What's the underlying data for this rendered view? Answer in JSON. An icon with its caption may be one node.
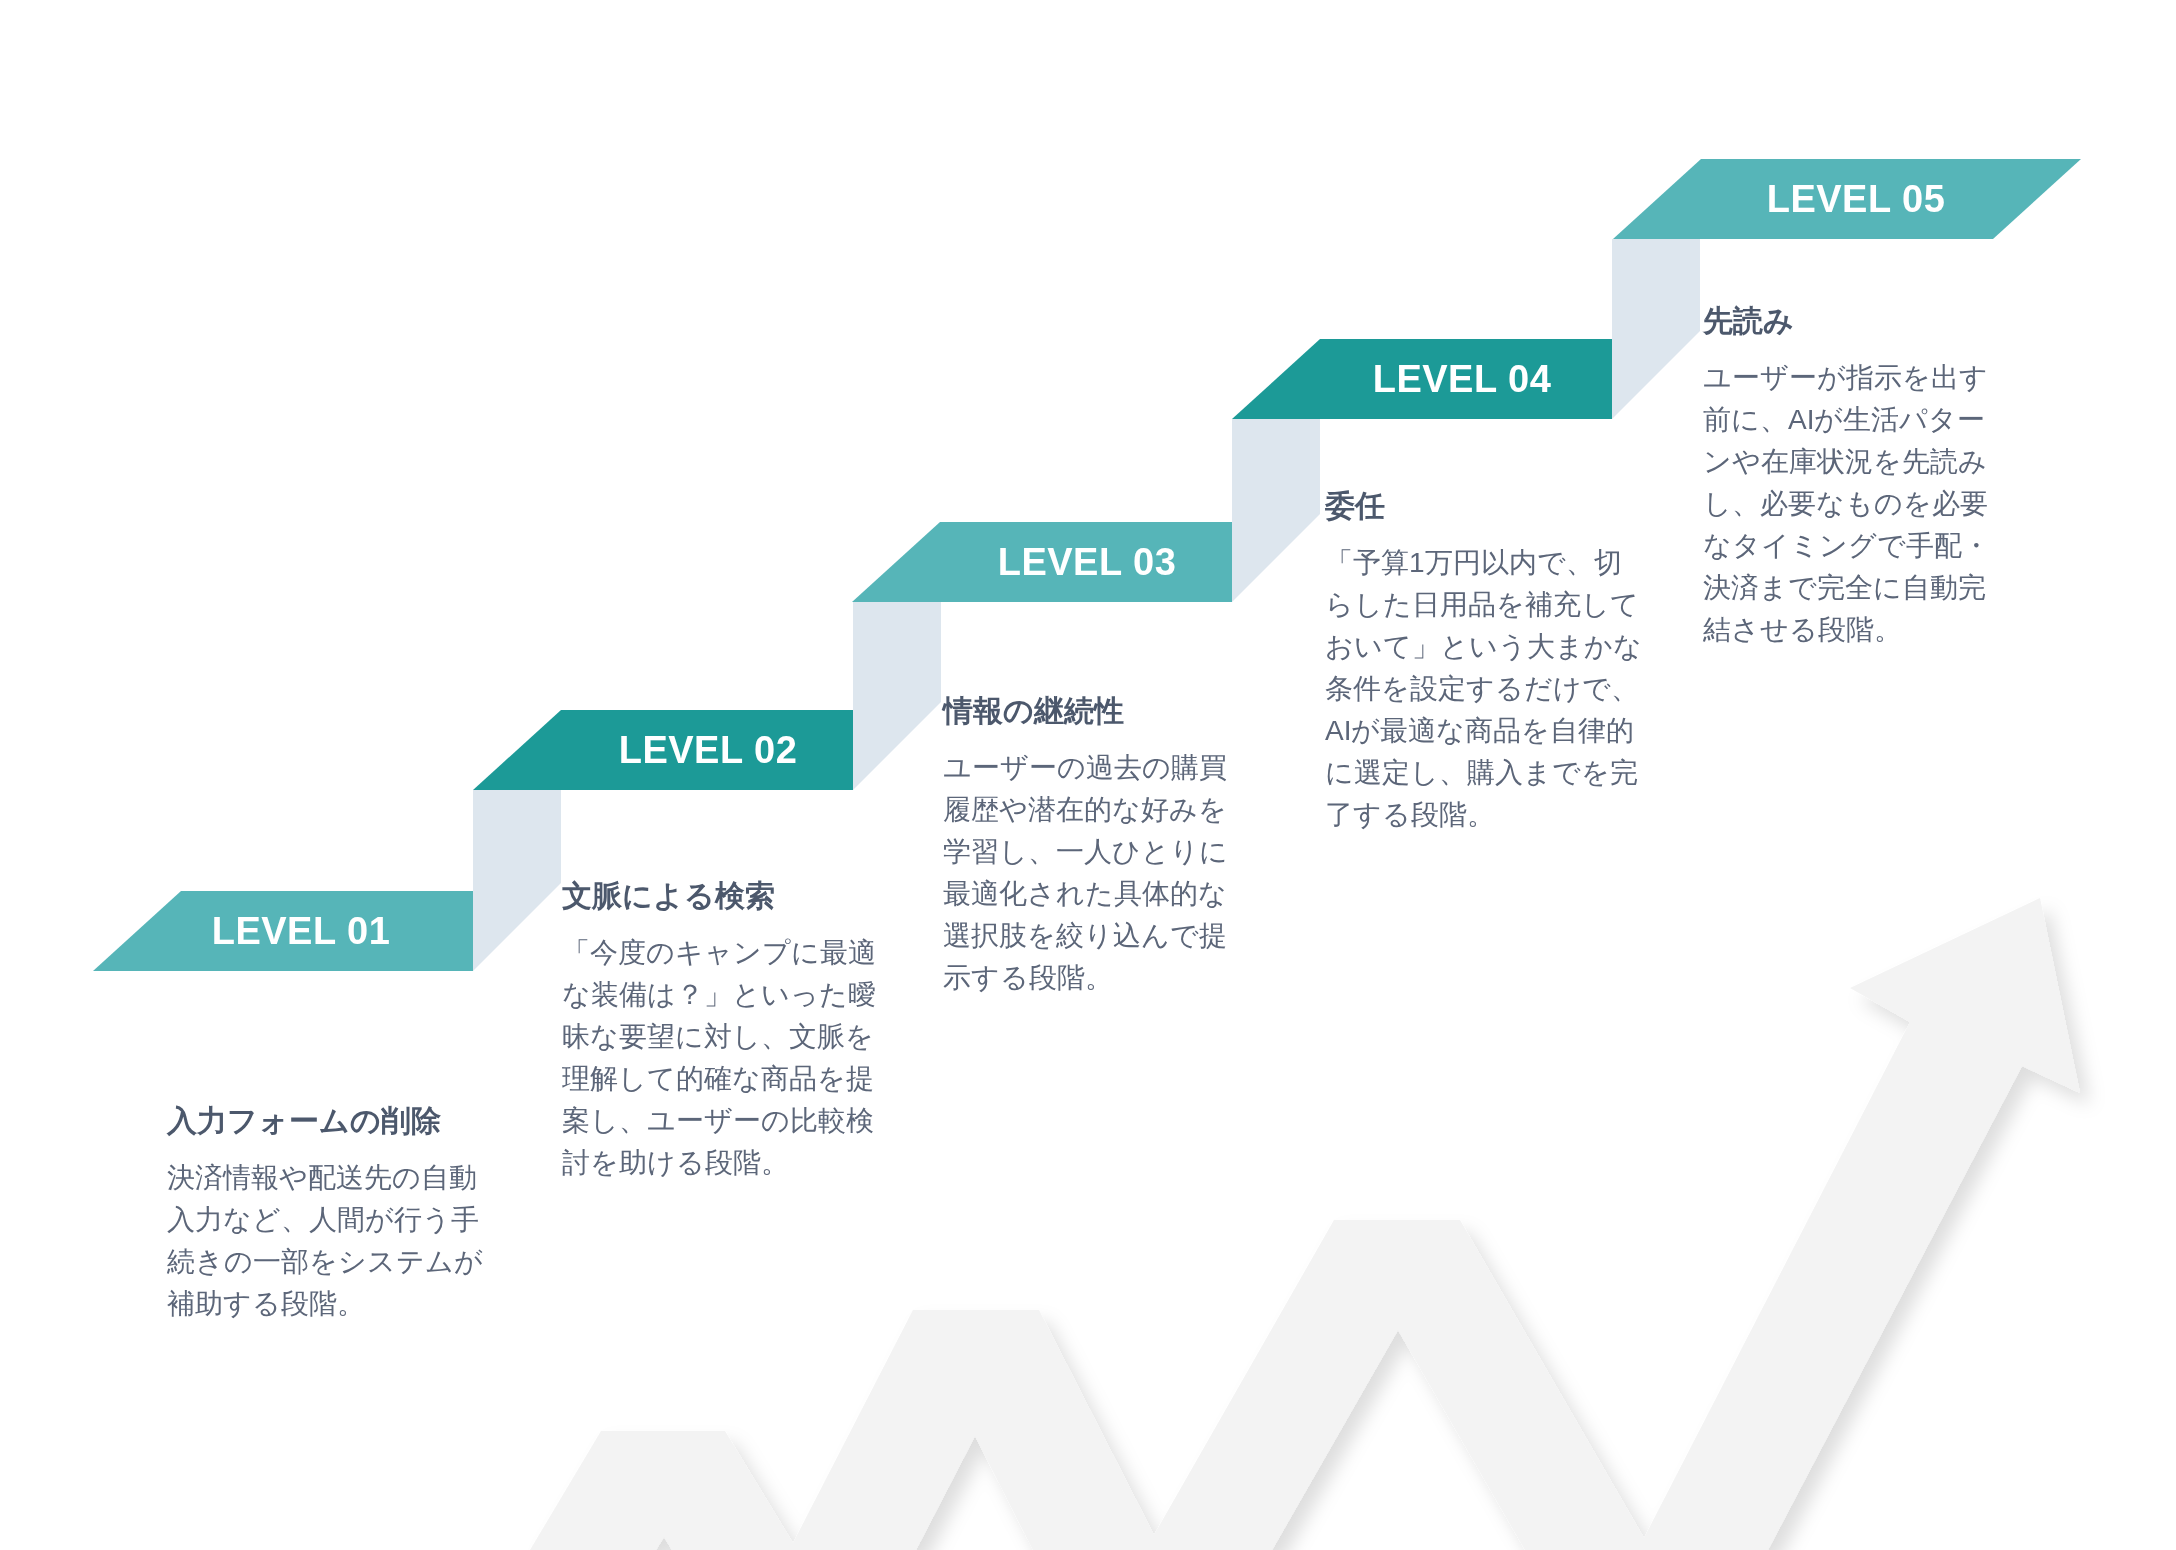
{
  "diagram": {
    "nodes": [
      {
        "text": [
          "LEVEL 01"
        ],
        "beside": [
          "入力フォームの削除",
          "決済情報や配送先の自動入力など、人間が行う手続きの一部をシステムが補助する段階。"
        ]
      },
      {
        "text": [
          "LEVEL 02"
        ],
        "beside": [
          "文脈による検索",
          "「今度のキャンプに最適な装備は？」といった曖昧な要望に対し、文脈を理解して的確な商品を提案し、ユーザーの比較検討を助ける段階。"
        ]
      },
      {
        "text": [
          "LEVEL 03"
        ],
        "beside": [
          "情報の継続性",
          "ユーザーの過去の購買履歴や潜在的な好みを学習し、一人ひとりに最適化された具体的な選択肢を絞り込んで提示する段階。"
        ]
      },
      {
        "text": [
          "LEVEL 04"
        ],
        "beside": [
          "委任",
          "「予算1万円以内で、切らした日用品を補充しておいて」という大まかな条件を設定するだけで、AIが最適な商品を自律的に選定し、購入までを完了する段階。"
        ]
      },
      {
        "text": [
          "LEVEL 05"
        ],
        "beside": [
          "先読み",
          "ユーザーが指示を出す前に、AIが生活パターンや在庫状況を先読みし、必要なものを必要なタイミングで手配・決済まで完全に自動完結させる段階。"
        ]
      }
    ]
  }
}
